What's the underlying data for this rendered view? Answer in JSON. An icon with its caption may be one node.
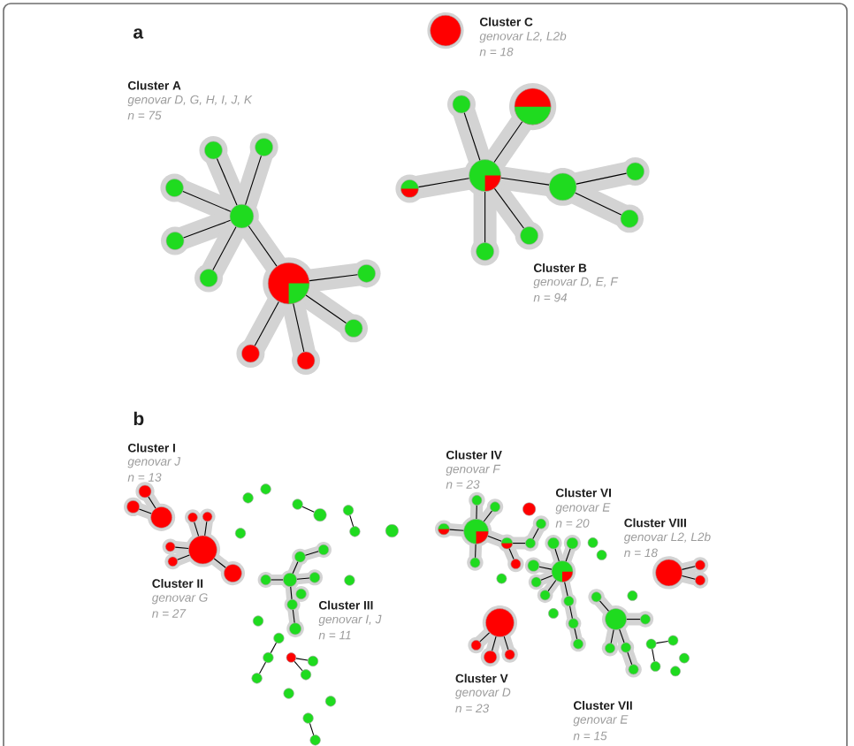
{
  "diagram": {
    "nodes": [
      {
        "text": [],
        "shape": "circle"
      },
      {
        "text": [],
        "shape": "circle"
      },
      {
        "text": [],
        "shape": "circle"
      },
      {
        "text": [],
        "shape": "circle"
      },
      {
        "text": [],
        "shape": "circle"
      },
      {
        "text": [],
        "shape": "circle"
      },
      {
        "text": [],
        "shape": "circle"
      },
      {
        "text": [],
        "shape": "circle"
      },
      {
        "text": [],
        "shape": "circle"
      },
      {
        "text": [],
        "shape": "circle"
      },
      {
        "text": [],
        "shape": "circle"
      },
      {
        "text": [],
        "shape": "circle"
      },
      {
        "text": [],
        "shape": "circle"
      },
      {
        "text": [],
        "shape": "circle"
      },
      {
        "text": [],
        "shape": "circle"
      },
      {
        "text": [],
        "shape": "circle"
      },
      {
        "text": [],
        "shape": "circle"
      },
      {
        "text": [],
        "shape": "circle"
      },
      {
        "text": [],
        "shape": "circle"
      },
      {
        "text": [],
        "shape": "circle"
      },
      {
        "text": [],
        "shape": "circle"
      },
      {
        "text": [],
        "shape": "circle"
      },
      {
        "text": [],
        "shape": "circle"
      },
      {
        "text": [],
        "shape": "circle"
      },
      {
        "text": [],
        "shape": "circle"
      },
      {
        "text": [],
        "shape": "circle"
      },
      {
        "text": [],
        "shape": "circle"
      },
      {
        "text": [],
        "shape": "circle"
      },
      {
        "text": [],
        "shape": "circle"
      },
      {
        "text": [],
        "shape": "circle"
      },
      {
        "text": [],
        "shape": "circle"
      },
      {
        "text": [],
        "shape": "circle"
      },
      {
        "text": [],
        "shape": "circle"
      },
      {
        "text": [],
        "shape": "circle"
      },
      {
        "text": [],
        "shape": "circle"
      },
      {
        "text": [],
        "shape": "circle"
      },
      {
        "text": [],
        "shape": "circle"
      },
      {
        "text": [],
        "shape": "circle"
      },
      {
        "text": [],
        "shape": "circle"
      },
      {
        "text": [],
        "shape": "circle"
      },
      {
        "text": [],
        "shape": "circle"
      },
      {
        "text": [],
        "shape": "circle"
      },
      {
        "text": [],
        "shape": "circle"
      },
      {
        "text": [],
        "shape": "circle"
      },
      {
        "text": [],
        "shape": "circle"
      },
      {
        "text": [],
        "shape": "circle"
      },
      {
        "text": [],
        "shape": "circle"
      },
      {
        "text": [],
        "shape": "circle"
      },
      {
        "text": [],
        "shape": "circle"
      },
      {
        "text": [],
        "shape": "circle"
      },
      {
        "text": [],
        "shape": "circle"
      },
      {
        "text": [],
        "shape": "circle"
      },
      {
        "text": [],
        "shape": "circle"
      },
      {
        "text": [],
        "shape": "circle"
      },
      {
        "text": [],
        "shape": "circle"
      },
      {
        "text": [],
        "shape": "circle"
      },
      {
        "text": [],
        "shape": "circle"
      },
      {
        "text": [],
        "shape": "circle"
      },
      {
        "text": [],
        "shape": "circle"
      },
      {
        "text": [],
        "shape": "circle"
      },
      {
        "text": [],
        "shape": "circle"
      },
      {
        "text": [],
        "shape": "circle"
      },
      {
        "text": [],
        "shape": "circle"
      },
      {
        "text": [],
        "shape": "circle"
      },
      {
        "text": [],
        "shape": "circle"
      },
      {
        "text": [],
        "shape": "circle"
      },
      {
        "text": [],
        "shape": "circle"
      },
      {
        "text": [],
        "shape": "circle"
      },
      {
        "text": [],
        "shape": "circle"
      },
      {
        "text": [],
        "shape": "circle"
      },
      {
        "text": [],
        "shape": "circle"
      },
      {
        "text": [],
        "shape": "circle"
      },
      {
        "text": [],
        "shape": "circle"
      },
      {
        "text": [],
        "shape": "circle"
      },
      {
        "text": [],
        "shape": "circle"
      },
      {
        "text": [],
        "shape": "circle"
      },
      {
        "text": [],
        "shape": "circle"
      },
      {
        "text": [],
        "shape": "circle"
      },
      {
        "text": [],
        "shape": "circle"
      },
      {
        "text": [],
        "shape": "circle"
      },
      {
        "text": [],
        "shape": "circle"
      },
      {
        "text": [],
        "shape": "circle"
      },
      {
        "text": [],
        "shape": "circle"
      },
      {
        "text": [],
        "shape": "circle"
      },
      {
        "text": [],
        "shape": "circle"
      },
      {
        "text": [],
        "shape": "circle"
      },
      {
        "text": [],
        "shape": "circle"
      },
      {
        "text": [],
        "shape": "circle"
      },
      {
        "text": [],
        "shape": "circle"
      },
      {
        "text": [],
        "shape": "circle"
      },
      {
        "text": [],
        "shape": "circle"
      },
      {
        "text": [],
        "shape": "circle"
      },
      {
        "text": [],
        "shape": "circle"
      },
      {
        "text": [],
        "shape": "circle"
      },
      {
        "text": [],
        "shape": "circle"
      },
      {
        "text": [],
        "shape": "circle"
      },
      {
        "text": [],
        "shape": "circle"
      },
      {
        "text": [],
        "shape": "circle"
      },
      {
        "text": [],
        "shape": "circle"
      },
      {
        "text": [],
        "shape": "circle"
      }
    ],
    "edges": [
      {
        "from": 1,
        "to": 2,
        "arrow": "none"
      },
      {
        "from": 1,
        "to": 3,
        "arrow": "none"
      },
      {
        "from": 1,
        "to": 4,
        "arrow": "none"
      },
      {
        "from": 1,
        "to": 5,
        "arrow": "none"
      },
      {
        "from": 1,
        "to": 6,
        "arrow": "none"
      },
      {
        "from": 1,
        "to": 7,
        "arrow": "none"
      },
      {
        "from": 7,
        "to": 8,
        "arrow": "none"
      },
      {
        "from": 7,
        "to": 9,
        "arrow": "none"
      },
      {
        "from": 7,
        "to": 10,
        "arrow": "none"
      },
      {
        "from": 7,
        "to": 11,
        "arrow": "none"
      },
      {
        "from": 12,
        "to": 13,
        "arrow": "none"
      },
      {
        "from": 12,
        "to": 14,
        "arrow": "none"
      },
      {
        "from": 12,
        "to": 15,
        "arrow": "none"
      },
      {
        "from": 12,
        "to": 16,
        "arrow": "none"
      },
      {
        "from": 12,
        "to": 17,
        "arrow": "none"
      },
      {
        "from": 12,
        "to": 18,
        "arrow": "none"
      },
      {
        "from": 18,
        "to": 19,
        "arrow": "none"
      },
      {
        "from": 18,
        "to": 20,
        "arrow": "none"
      },
      {
        "from": 23,
        "to": 21,
        "arrow": "none"
      },
      {
        "from": 23,
        "to": 22,
        "arrow": "none"
      },
      {
        "from": 27,
        "to": 24,
        "arrow": "none"
      },
      {
        "from": 27,
        "to": 25,
        "arrow": "none"
      },
      {
        "from": 27,
        "to": 26,
        "arrow": "none"
      },
      {
        "from": 27,
        "to": 28,
        "arrow": "none"
      },
      {
        "from": 27,
        "to": 29,
        "arrow": "none"
      },
      {
        "from": 32,
        "to": 33,
        "arrow": "none"
      },
      {
        "from": 34,
        "to": 35,
        "arrow": "none"
      },
      {
        "from": 41,
        "to": 39,
        "arrow": "none"
      },
      {
        "from": 39,
        "to": 38,
        "arrow": "none"
      },
      {
        "from": 41,
        "to": 40,
        "arrow": "none"
      },
      {
        "from": 41,
        "to": 42,
        "arrow": "none"
      },
      {
        "from": 41,
        "to": 45,
        "arrow": "none"
      },
      {
        "from": 45,
        "to": 46,
        "arrow": "none"
      },
      {
        "from": 48,
        "to": 49,
        "arrow": "none"
      },
      {
        "from": 49,
        "to": 50,
        "arrow": "none"
      },
      {
        "from": 51,
        "to": 52,
        "arrow": "none"
      },
      {
        "from": 51,
        "to": 53,
        "arrow": "none"
      },
      {
        "from": 56,
        "to": 57,
        "arrow": "none"
      },
      {
        "from": 61,
        "to": 58,
        "arrow": "none"
      },
      {
        "from": 61,
        "to": 59,
        "arrow": "none"
      },
      {
        "from": 61,
        "to": 60,
        "arrow": "none"
      },
      {
        "from": 61,
        "to": 63,
        "arrow": "none"
      },
      {
        "from": 61,
        "to": 62,
        "arrow": "none"
      },
      {
        "from": 62,
        "to": 64,
        "arrow": "none"
      },
      {
        "from": 62,
        "to": 65,
        "arrow": "none"
      },
      {
        "from": 65,
        "to": 66,
        "arrow": "none"
      },
      {
        "from": 73,
        "to": 68,
        "arrow": "none"
      },
      {
        "from": 73,
        "to": 69,
        "arrow": "none"
      },
      {
        "from": 73,
        "to": 72,
        "arrow": "none"
      },
      {
        "from": 73,
        "to": 75,
        "arrow": "none"
      },
      {
        "from": 73,
        "to": 76,
        "arrow": "none"
      },
      {
        "from": 73,
        "to": 77,
        "arrow": "none"
      },
      {
        "from": 77,
        "to": 79,
        "arrow": "none"
      },
      {
        "from": 79,
        "to": 80,
        "arrow": "none"
      },
      {
        "from": 81,
        "to": 82,
        "arrow": "none"
      },
      {
        "from": 81,
        "to": 83,
        "arrow": "none"
      },
      {
        "from": 86,
        "to": 84,
        "arrow": "none"
      },
      {
        "from": 86,
        "to": 87,
        "arrow": "none"
      },
      {
        "from": 86,
        "to": 88,
        "arrow": "none"
      },
      {
        "from": 86,
        "to": 89,
        "arrow": "none"
      },
      {
        "from": 89,
        "to": 90,
        "arrow": "none"
      },
      {
        "from": 92,
        "to": 91,
        "arrow": "none"
      },
      {
        "from": 92,
        "to": 93,
        "arrow": "none"
      },
      {
        "from": 96,
        "to": 97,
        "arrow": "none"
      },
      {
        "from": 96,
        "to": 98,
        "arrow": "none"
      },
      {
        "from": 96,
        "to": 99,
        "arrow": "none"
      }
    ],
    "labels": [
      "a",
      "Cluster C",
      "genovar L2, L2b",
      "n = 18",
      "Cluster A",
      "genovar D, G, H, I, J, K",
      "n = 75",
      "Cluster B",
      "genovar D, E, F",
      "n = 94",
      "b",
      "Cluster I",
      "genovar J",
      "n = 13",
      "Cluster IV",
      "genovar F",
      "n = 23",
      "Cluster VI",
      "genovar E",
      "n = 20",
      "Cluster VIII",
      "genovar L2, L2b",
      "n = 18",
      "Cluster II",
      "genovar G",
      "n = 27",
      "Cluster III",
      "genovar I, J",
      "n = 11",
      "Cluster V",
      "genovar D",
      "n = 23",
      "Cluster VII",
      "genovar E",
      "n = 15"
    ]
  }
}
